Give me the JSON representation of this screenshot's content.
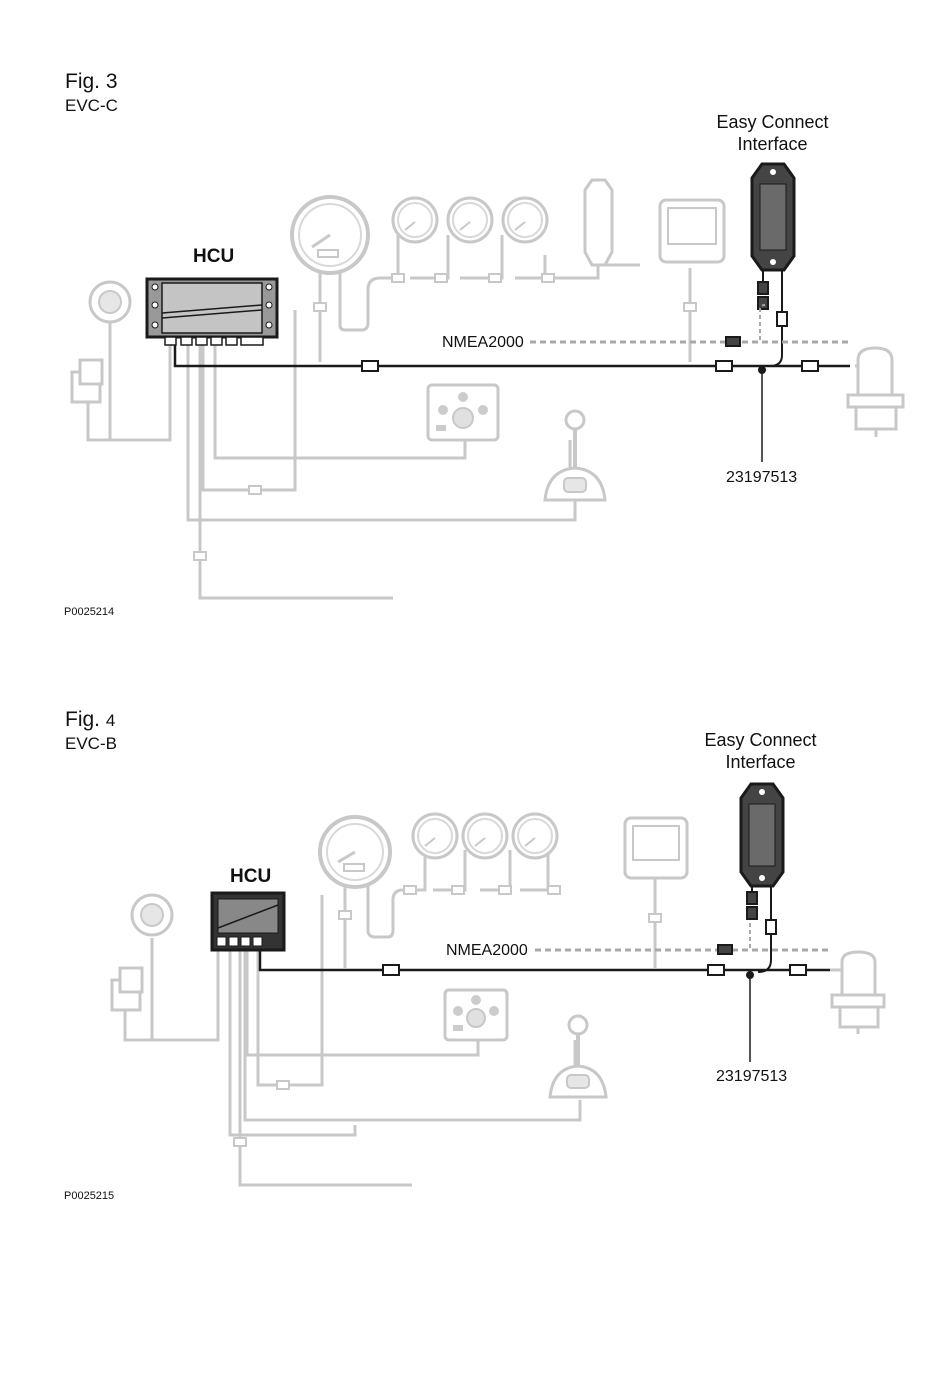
{
  "fig3": {
    "title_word": "Fig.",
    "title_num": "3",
    "subtitle": "EVC-C",
    "interface_label_line1": "Easy Connect",
    "interface_label_line2": "Interface",
    "hcu_label": "HCU",
    "bus_label": "NMEA2000",
    "part_number": "23197513",
    "figure_code": "P0025214"
  },
  "fig4": {
    "title_word": "Fig.",
    "title_num": "4",
    "subtitle": "EVC-B",
    "interface_label_line1": "Easy Connect",
    "interface_label_line2": "Interface",
    "hcu_label": "HCU",
    "bus_label": "NMEA2000",
    "part_number": "23197513",
    "figure_code": "P0025215"
  },
  "colors": {
    "dim_line": "#c8c8c8",
    "dim_fill": "#e6e6e6",
    "dark": "#1a1a1a",
    "bus_dash": "#a8a8a8"
  }
}
